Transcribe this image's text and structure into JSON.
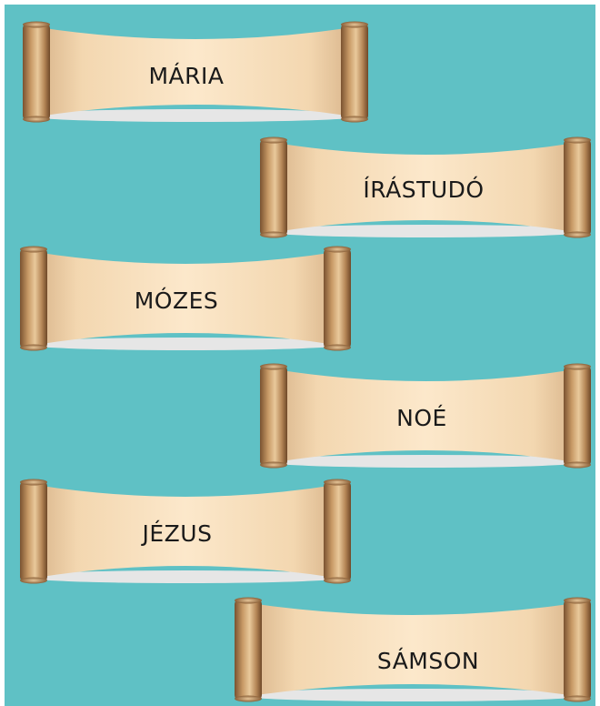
{
  "colors": {
    "background": "#5FC1C5",
    "parchment_light": "#FBE6C7",
    "parchment_dark": "#D8B48A",
    "roller": "#A97A4C",
    "shadow": "#E4E4E4"
  },
  "scrolls": [
    {
      "label": "MÁRIA"
    },
    {
      "label": "ÍRÁSTUDÓ"
    },
    {
      "label": "MÓZES"
    },
    {
      "label": "NOÉ"
    },
    {
      "label": "JÉZUS"
    },
    {
      "label": "SÁMSON"
    }
  ]
}
